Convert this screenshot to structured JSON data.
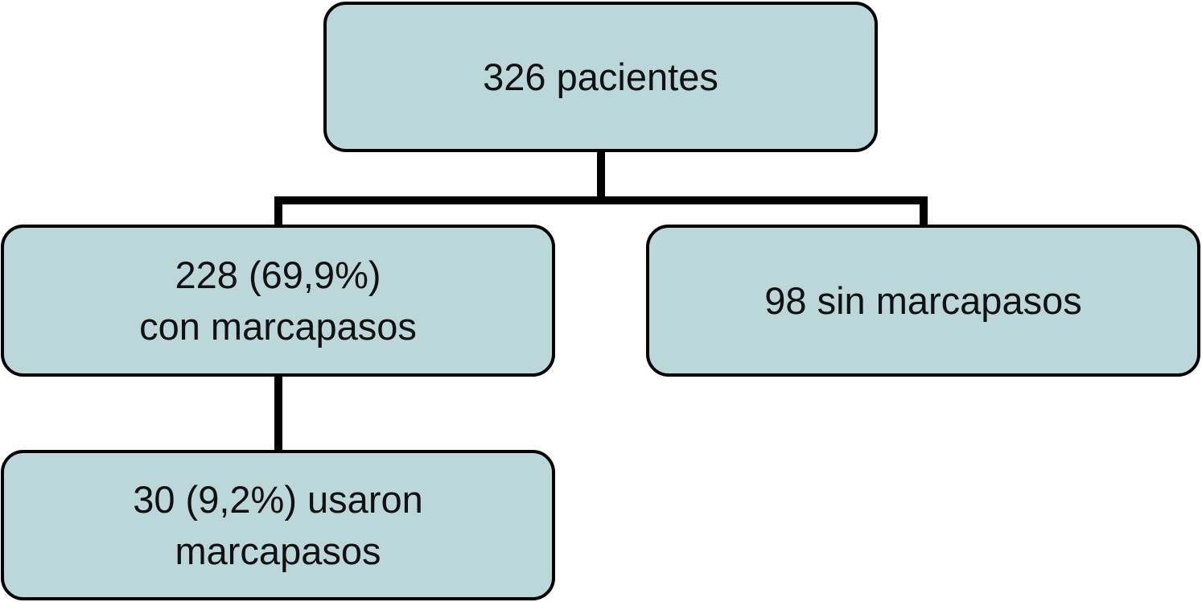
{
  "colors": {
    "box_fill": "#bcd7da",
    "box_border": "#000000",
    "connector": "#000000",
    "text": "#111111"
  },
  "nodes": {
    "root": {
      "line1": "326 pacientes"
    },
    "with_pacemaker": {
      "line1": "228 (69,9%)",
      "line2": "con marcapasos"
    },
    "without_pacemaker": {
      "line1": "98 sin marcapasos"
    },
    "used_pacemaker": {
      "line1": "30 (9,2%) usaron",
      "line2": "marcapasos"
    }
  },
  "edges": [
    {
      "from": "root",
      "to": "with_pacemaker"
    },
    {
      "from": "root",
      "to": "without_pacemaker"
    },
    {
      "from": "with_pacemaker",
      "to": "used_pacemaker"
    }
  ]
}
